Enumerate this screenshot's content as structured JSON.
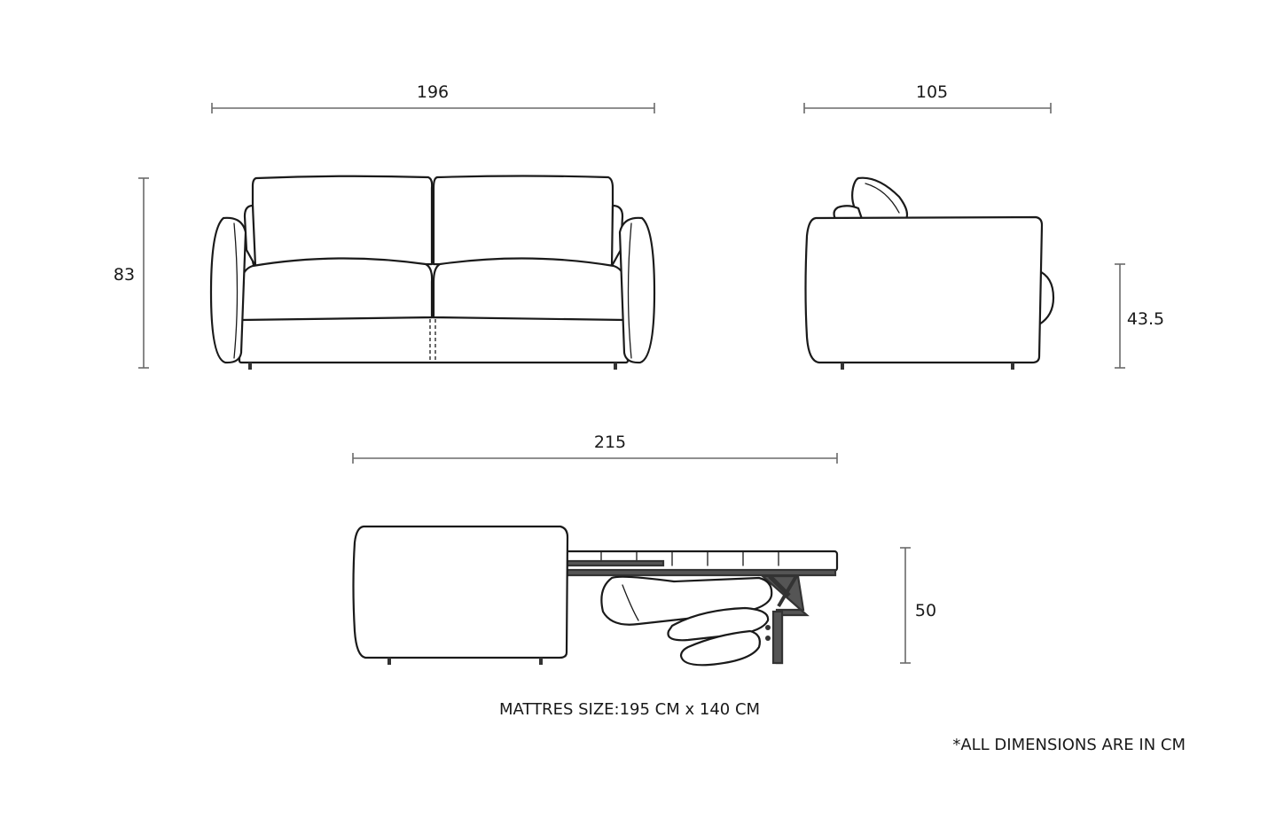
{
  "dimensions": {
    "front_width": "196",
    "front_height": "83",
    "side_depth": "105",
    "seat_height": "43.5",
    "bed_length": "215",
    "bed_height": "50"
  },
  "notes": {
    "mattress": "MATTRES SIZE:195 CM x 140 CM",
    "units": "*ALL DIMENSIONS ARE IN CM"
  },
  "colors": {
    "outline": "#1a1a1a",
    "dimension_line": "#6a6a6a",
    "background": "#ffffff"
  }
}
